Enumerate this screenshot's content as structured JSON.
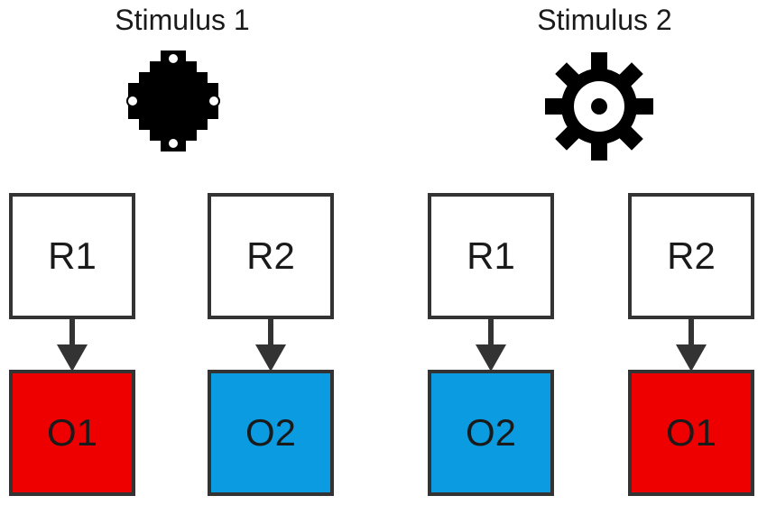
{
  "colors": {
    "outcome_red": "#ee0000",
    "outcome_blue": "#0a9be0",
    "border": "#333333",
    "icon": "#000000"
  },
  "stimuli": [
    {
      "title": "Stimulus 1",
      "icon": "diamond-blob-icon",
      "responses": [
        {
          "label": "R1",
          "outcome": "O1",
          "outcome_color": "red"
        },
        {
          "label": "R2",
          "outcome": "O2",
          "outcome_color": "blue"
        }
      ]
    },
    {
      "title": "Stimulus 2",
      "icon": "gear-icon",
      "responses": [
        {
          "label": "R1",
          "outcome": "O2",
          "outcome_color": "blue"
        },
        {
          "label": "R2",
          "outcome": "O1",
          "outcome_color": "red"
        }
      ]
    }
  ]
}
